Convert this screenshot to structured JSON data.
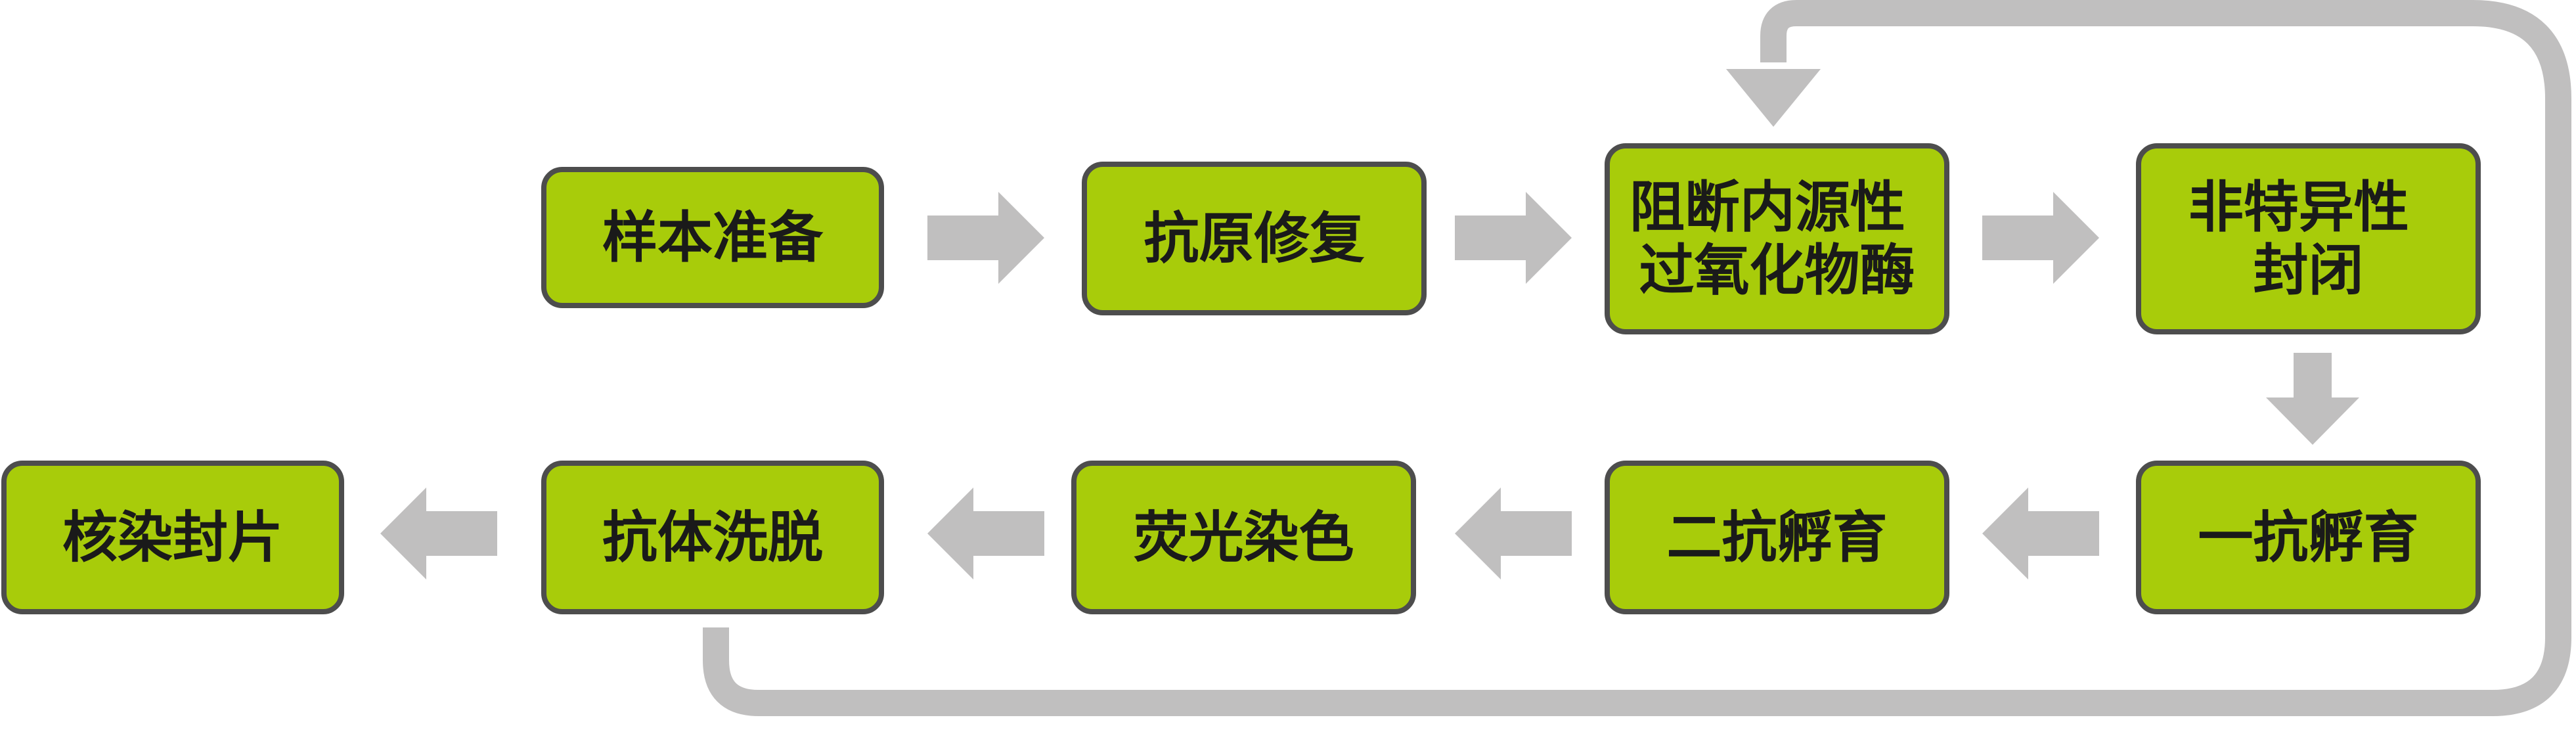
{
  "colors": {
    "node_fill": "#a8cc0a",
    "node_border": "#4d4d4d",
    "text": "#1a1a1a",
    "arrow": "#c0bfbf"
  },
  "steps": [
    {
      "id": "sample-prep",
      "lines": [
        "样本准备"
      ]
    },
    {
      "id": "antigen-retrieval",
      "lines": [
        "抗原修复"
      ]
    },
    {
      "id": "block-peroxidase",
      "lines": [
        "阻断内源性",
        "过氧化物酶"
      ]
    },
    {
      "id": "nonspecific-block",
      "lines": [
        "非特异性",
        "封闭"
      ]
    },
    {
      "id": "primary-incubation",
      "lines": [
        "一抗孵育"
      ]
    },
    {
      "id": "secondary-incubation",
      "lines": [
        "二抗孵育"
      ]
    },
    {
      "id": "fluorescent-stain",
      "lines": [
        "荧光染色"
      ]
    },
    {
      "id": "antibody-elution",
      "lines": [
        "抗体洗脱"
      ]
    },
    {
      "id": "counterstain-mount",
      "lines": [
        "核染封片"
      ]
    }
  ]
}
